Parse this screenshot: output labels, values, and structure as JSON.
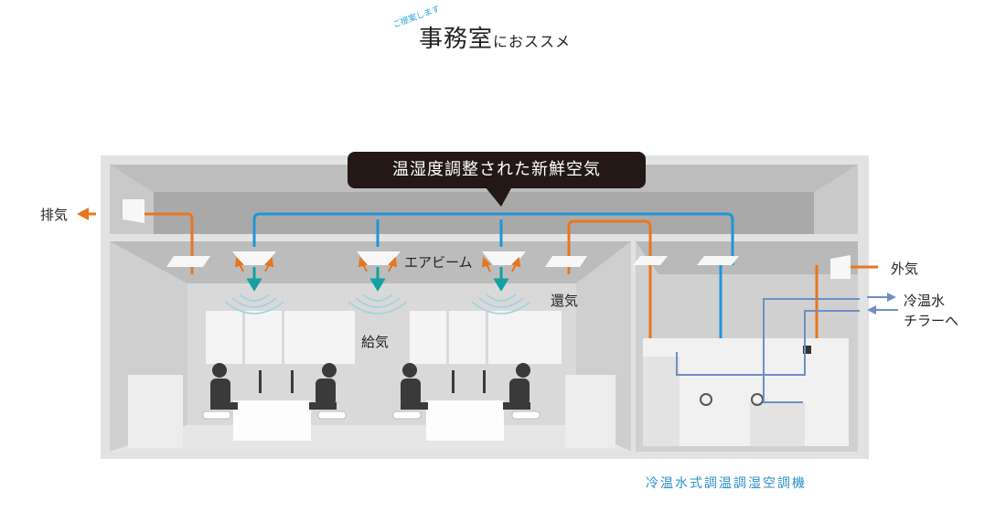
{
  "header": {
    "tag": "ご提案します",
    "title_main": "事務室",
    "title_sub": "におススメ"
  },
  "diagram": {
    "bubble": "温湿度調整された新鮮空気",
    "exhaust": "排気",
    "outside_air": "外気",
    "air_beam": "エアビーム",
    "return_air": "還気",
    "supply_air": "給気",
    "chilled_water": "冷温水",
    "to_chiller": "チラーへ",
    "caption": "冷温水式調温調湿空調機"
  },
  "colors": {
    "supply_line": "#1f96d8",
    "return_line": "#e8761e",
    "water_line": "#6f8fc4",
    "airflow_arrow": "#14a0a0",
    "bubble_bg": "#231815",
    "caption": "#2b8fc9"
  }
}
